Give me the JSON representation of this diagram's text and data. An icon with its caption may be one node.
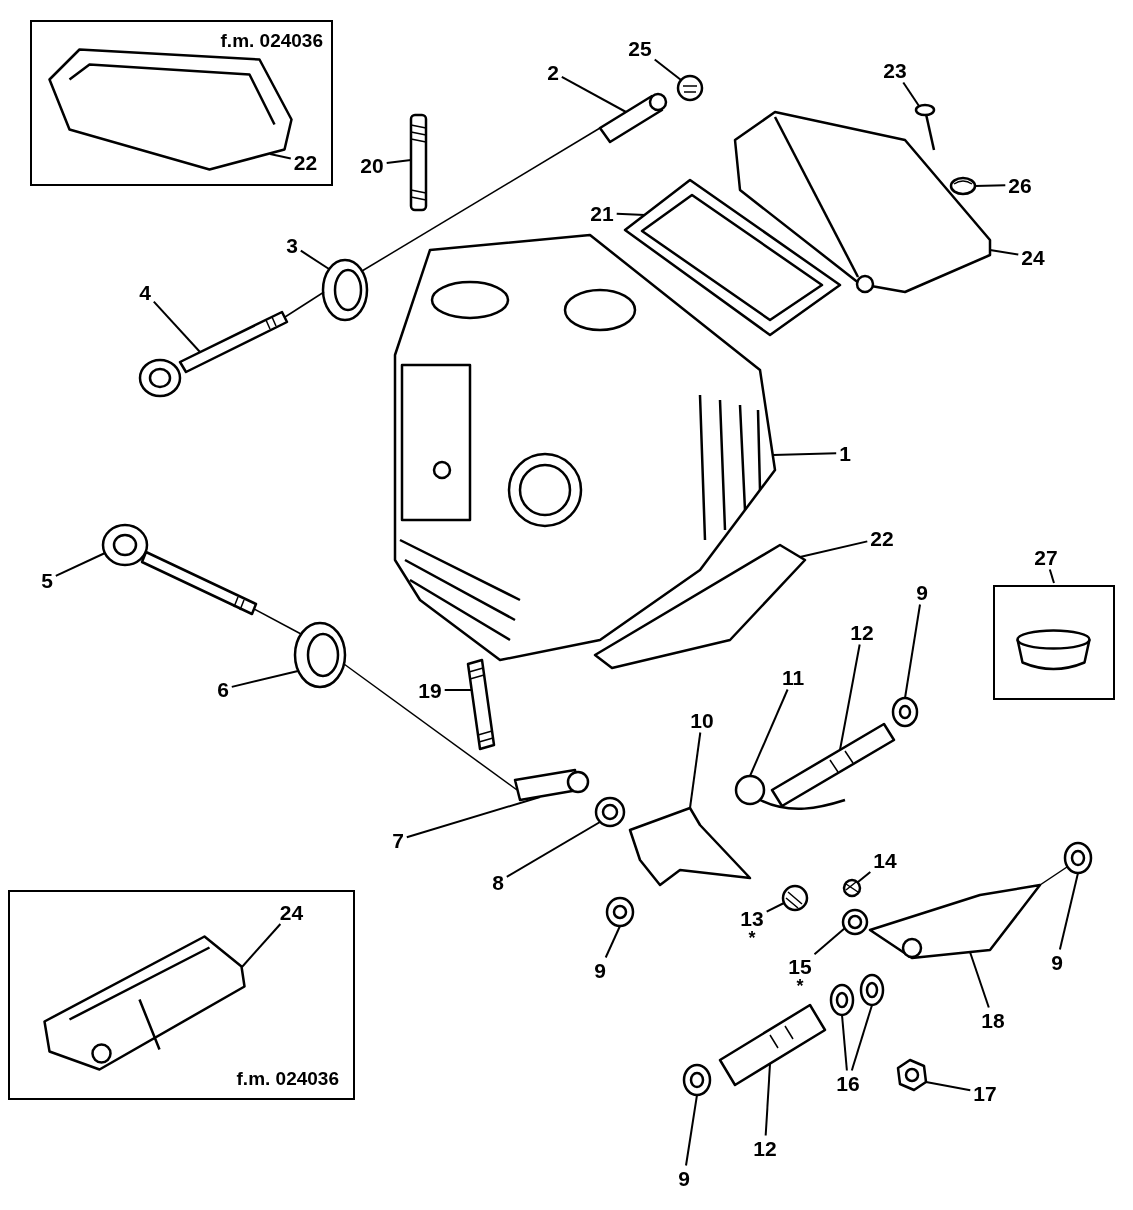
{
  "diagram": {
    "nodes": [
      {
        "text": [
          "f.m. 024036"
        ]
      },
      {
        "text": [
          "22"
        ],
        "in": 0
      },
      {
        "text": [
          "2"
        ]
      },
      {
        "text": [
          "25"
        ]
      },
      {
        "text": [
          "23"
        ]
      },
      {
        "text": [
          "20"
        ]
      },
      {
        "text": [
          "26"
        ]
      },
      {
        "text": [
          "21"
        ]
      },
      {
        "text": [
          "24"
        ]
      },
      {
        "text": [
          "3"
        ]
      },
      {
        "text": [
          "4"
        ]
      },
      {
        "text": [
          "1"
        ]
      },
      {
        "text": [
          "22"
        ]
      },
      {
        "text": [
          "27"
        ]
      },
      {
        "text": [],
        "shape": "box"
      },
      {
        "text": [
          "5"
        ]
      },
      {
        "text": [
          "9"
        ]
      },
      {
        "text": [
          "12"
        ]
      },
      {
        "text": [
          "11"
        ]
      },
      {
        "text": [
          "6"
        ]
      },
      {
        "text": [
          "10"
        ]
      },
      {
        "text": [
          "19"
        ]
      },
      {
        "text": [
          "7"
        ]
      },
      {
        "text": [
          "8"
        ]
      },
      {
        "text": [
          "14"
        ]
      },
      {
        "text": [
          "f.m. 024036"
        ]
      },
      {
        "text": [
          "24"
        ],
        "in": 25
      },
      {
        "text": [
          "13"
        ],
        "beside": [
          "*"
        ]
      },
      {
        "text": [
          "15"
        ],
        "beside": [
          "*"
        ]
      },
      {
        "text": [
          "9"
        ]
      },
      {
        "text": [
          "9"
        ]
      },
      {
        "text": [
          "18"
        ]
      },
      {
        "text": [
          "16"
        ]
      },
      {
        "text": [
          "17"
        ]
      },
      {
        "text": [
          "12"
        ]
      },
      {
        "text": [
          "9"
        ]
      },
      {
        "text": [],
        "shape": "picture",
        "in": 0
      },
      {
        "text": [],
        "shape": "picture"
      },
      {
        "text": [],
        "shape": "picture"
      },
      {
        "text": [],
        "shape": "picture"
      },
      {
        "text": [],
        "shape": "picture"
      },
      {
        "text": [],
        "shape": "picture"
      },
      {
        "text": [],
        "shape": "picture"
      },
      {
        "text": [],
        "shape": "picture"
      },
      {
        "text": [],
        "shape": "picture"
      },
      {
        "text": [],
        "shape": "picture"
      },
      {
        "text": [],
        "shape": "picture"
      },
      {
        "text": [],
        "shape": "picture"
      },
      {
        "text": [],
        "shape": "picture"
      },
      {
        "text": [],
        "shape": "picture"
      },
      {
        "text": [],
        "shape": "picture"
      },
      {
        "text": [],
        "shape": "picture"
      },
      {
        "text": [],
        "shape": "picture"
      },
      {
        "text": [],
        "shape": "picture"
      },
      {
        "text": [],
        "shape": "picture"
      },
      {
        "text": [],
        "shape": "picture"
      },
      {
        "text": [],
        "shape": "picture"
      },
      {
        "text": [],
        "shape": "picture"
      },
      {
        "text": [],
        "shape": "picture",
        "in": 25
      },
      {
        "text": [],
        "shape": "picture"
      },
      {
        "text": [],
        "shape": "picture"
      },
      {
        "text": [],
        "shape": "picture"
      },
      {
        "text": [],
        "shape": "picture"
      },
      {
        "text": [],
        "shape": "picture"
      },
      {
        "text": [],
        "shape": "picture"
      },
      {
        "text": [],
        "shape": "picture"
      },
      {
        "text": [],
        "shape": "picture"
      },
      {
        "text": [],
        "shape": "picture"
      },
      {
        "text": [],
        "shape": "picture"
      }
    ],
    "edges": [
      {
        "from": 1,
        "to": 36,
        "arrow": "none"
      },
      {
        "from": 2,
        "to": 37,
        "arrow": "none"
      },
      {
        "from": 3,
        "to": 38,
        "arrow": "none"
      },
      {
        "from": 4,
        "to": 39,
        "arrow": "none"
      },
      {
        "from": 5,
        "to": 40,
        "arrow": "none"
      },
      {
        "from": 6,
        "to": 41,
        "arrow": "none"
      },
      {
        "from": 7,
        "to": 42,
        "arrow": "none"
      },
      {
        "from": 8,
        "to": 43,
        "arrow": "none"
      },
      {
        "from": 9,
        "to": 44,
        "arrow": "none"
      },
      {
        "from": 10,
        "to": 45,
        "arrow": "none"
      },
      {
        "from": 11,
        "to": 46,
        "arrow": "none"
      },
      {
        "from": 12,
        "to": 47,
        "arrow": "none"
      },
      {
        "from": 13,
        "to": 14,
        "arrow": "none"
      },
      {
        "from": 15,
        "to": 48,
        "arrow": "none"
      },
      {
        "from": 16,
        "to": 49,
        "arrow": "none"
      },
      {
        "from": 17,
        "to": 50,
        "arrow": "none"
      },
      {
        "from": 18,
        "to": 51,
        "arrow": "none"
      },
      {
        "from": 19,
        "to": 52,
        "arrow": "none"
      },
      {
        "from": 20,
        "to": 53,
        "arrow": "none"
      },
      {
        "from": 21,
        "to": 54,
        "arrow": "none"
      },
      {
        "from": 22,
        "to": 55,
        "arrow": "none"
      },
      {
        "from": 23,
        "to": 56,
        "arrow": "none"
      },
      {
        "from": 24,
        "to": 57,
        "arrow": "none"
      },
      {
        "from": 26,
        "to": 58,
        "arrow": "none"
      },
      {
        "from": 27,
        "to": 59,
        "arrow": "none"
      },
      {
        "from": 28,
        "to": 60,
        "arrow": "none"
      },
      {
        "from": 29,
        "to": 61,
        "arrow": "none"
      },
      {
        "from": 30,
        "to": 62,
        "arrow": "none"
      },
      {
        "from": 31,
        "to": 63,
        "arrow": "none"
      },
      {
        "from": 32,
        "to": 64,
        "arrow": "none"
      },
      {
        "from": 32,
        "to": 65,
        "arrow": "none"
      },
      {
        "from": 33,
        "to": 66,
        "arrow": "none"
      },
      {
        "from": 34,
        "to": 67,
        "arrow": "none"
      },
      {
        "from": 35,
        "to": 68,
        "arrow": "none"
      },
      {
        "from": 37,
        "to": 44,
        "arrow": "none"
      },
      {
        "from": 44,
        "to": 45,
        "arrow": "none"
      },
      {
        "from": 48,
        "to": 52,
        "arrow": "none"
      },
      {
        "from": 52,
        "to": 55,
        "arrow": "none"
      },
      {
        "from": 62,
        "to": 63,
        "arrow": "none"
      }
    ]
  }
}
